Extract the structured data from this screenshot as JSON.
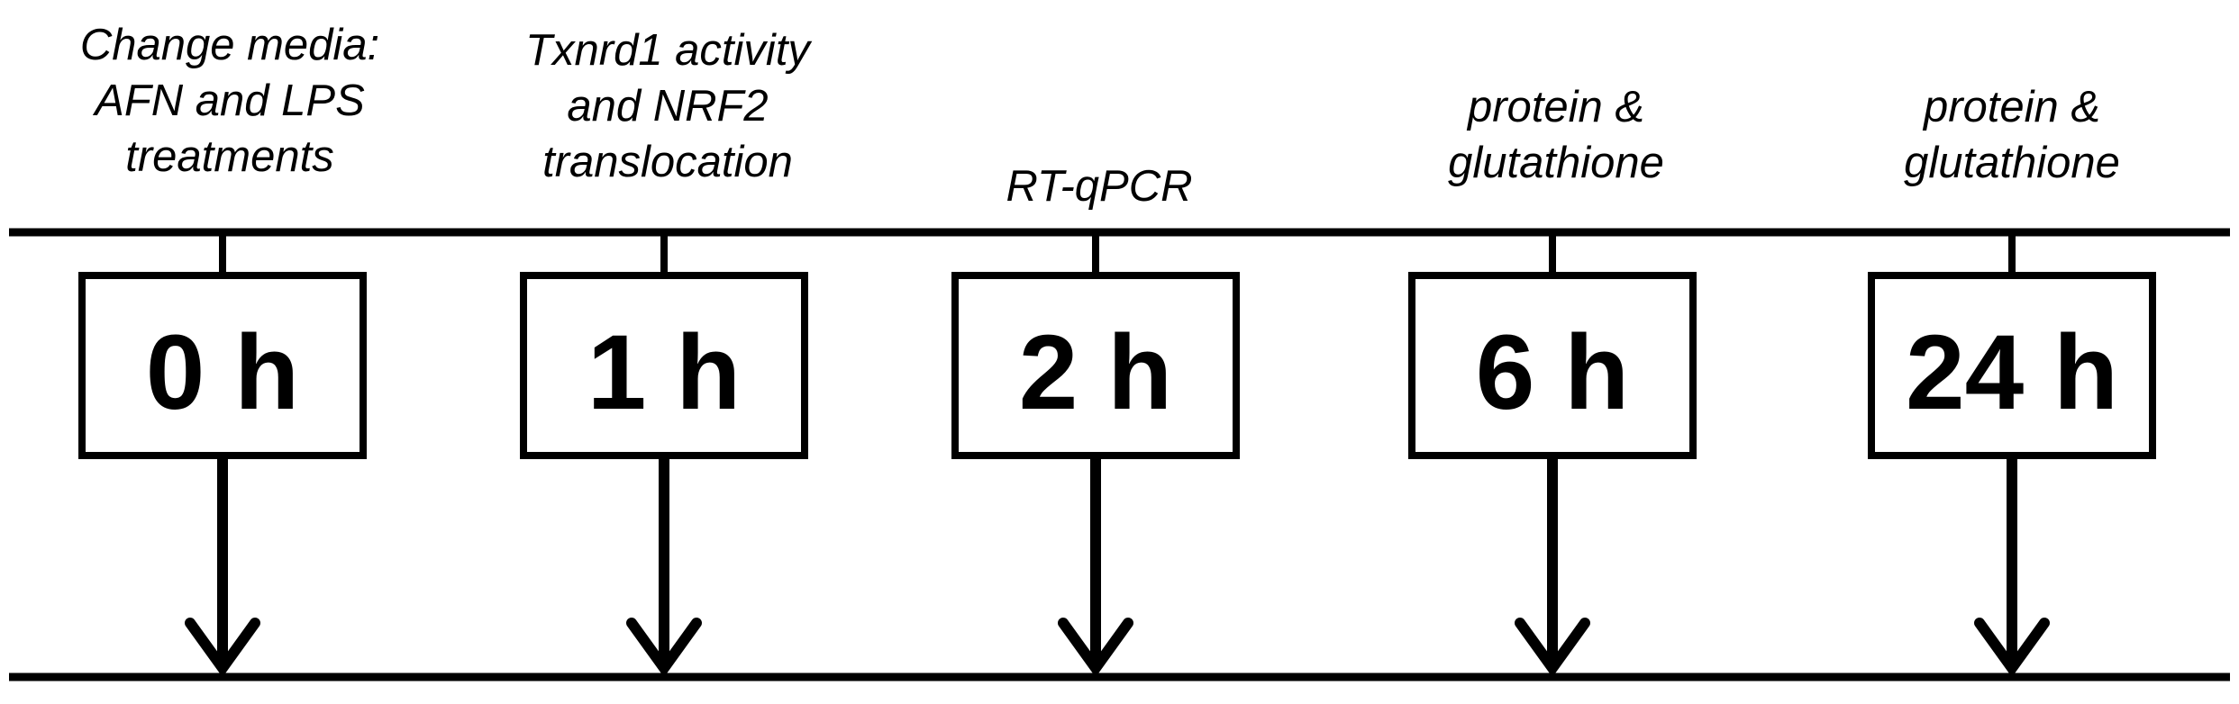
{
  "timeline": {
    "line_color": "#000000",
    "points": [
      {
        "label": "0 h",
        "caption": [
          "Change media:",
          "AFN and LPS",
          "treatments"
        ]
      },
      {
        "label": "1 h",
        "caption": [
          "Txnrd1 activity",
          "and NRF2",
          "translocation"
        ]
      },
      {
        "label": "2 h",
        "caption": [
          "RT-qPCR"
        ]
      },
      {
        "label": "6 h",
        "caption": [
          "protein &",
          "glutathione"
        ]
      },
      {
        "label": "24 h",
        "caption": [
          "protein &",
          "glutathione"
        ]
      }
    ]
  }
}
